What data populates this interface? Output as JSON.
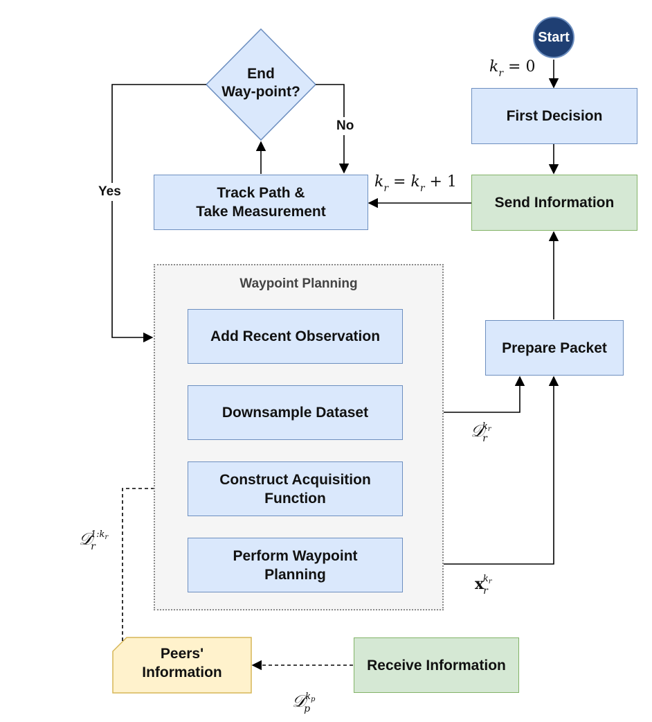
{
  "nodes": {
    "start": "Start",
    "first_decision": "First Decision",
    "send_information": "Send Information",
    "track_path": "Track Path &\nTake Measurement",
    "end_waypoint": "End\nWay-point?",
    "group_title": "Waypoint Planning",
    "add_recent": "Add Recent Observation",
    "downsample": "Downsample Dataset",
    "construct_acq": "Construct Acquisition\nFunction",
    "perform_wp": "Perform Waypoint\nPlanning",
    "prepare_packet": "Prepare Packet",
    "peers_info": "Peers'\nInformation",
    "receive_info": "Receive Information"
  },
  "edge_labels": {
    "yes": "Yes",
    "no": "No",
    "kr_init": {
      "var": "k",
      "sub": "r",
      "rest": " = 0"
    },
    "kr_incr": {
      "var": "k",
      "sub": "r",
      "mid": " = k",
      "sub2": "r",
      "rest": " + 1"
    },
    "d_r_kr": {
      "sym": "𝒟",
      "sub": "r",
      "sup": "k",
      "supsub": "r"
    },
    "d_r_1kr": {
      "sym": "𝒟",
      "sub": "r",
      "sup": "1:k",
      "supsub": "r"
    },
    "x_r_kr": {
      "sym": "x",
      "sub": "r",
      "sup": "k",
      "supsub": "r"
    },
    "d_p_kp": {
      "sym": "𝒟",
      "sub": "p",
      "sup": "k",
      "supsub": "p"
    }
  },
  "colors": {
    "blue_fill": "#dae8fc",
    "blue_stroke": "#6c8ebf",
    "green_fill": "#d5e8d4",
    "green_stroke": "#82b366",
    "yellow_fill": "#fff2cc",
    "yellow_stroke": "#d6b656",
    "start_fill": "#1f3f73",
    "group_fill": "#f5f5f5"
  }
}
